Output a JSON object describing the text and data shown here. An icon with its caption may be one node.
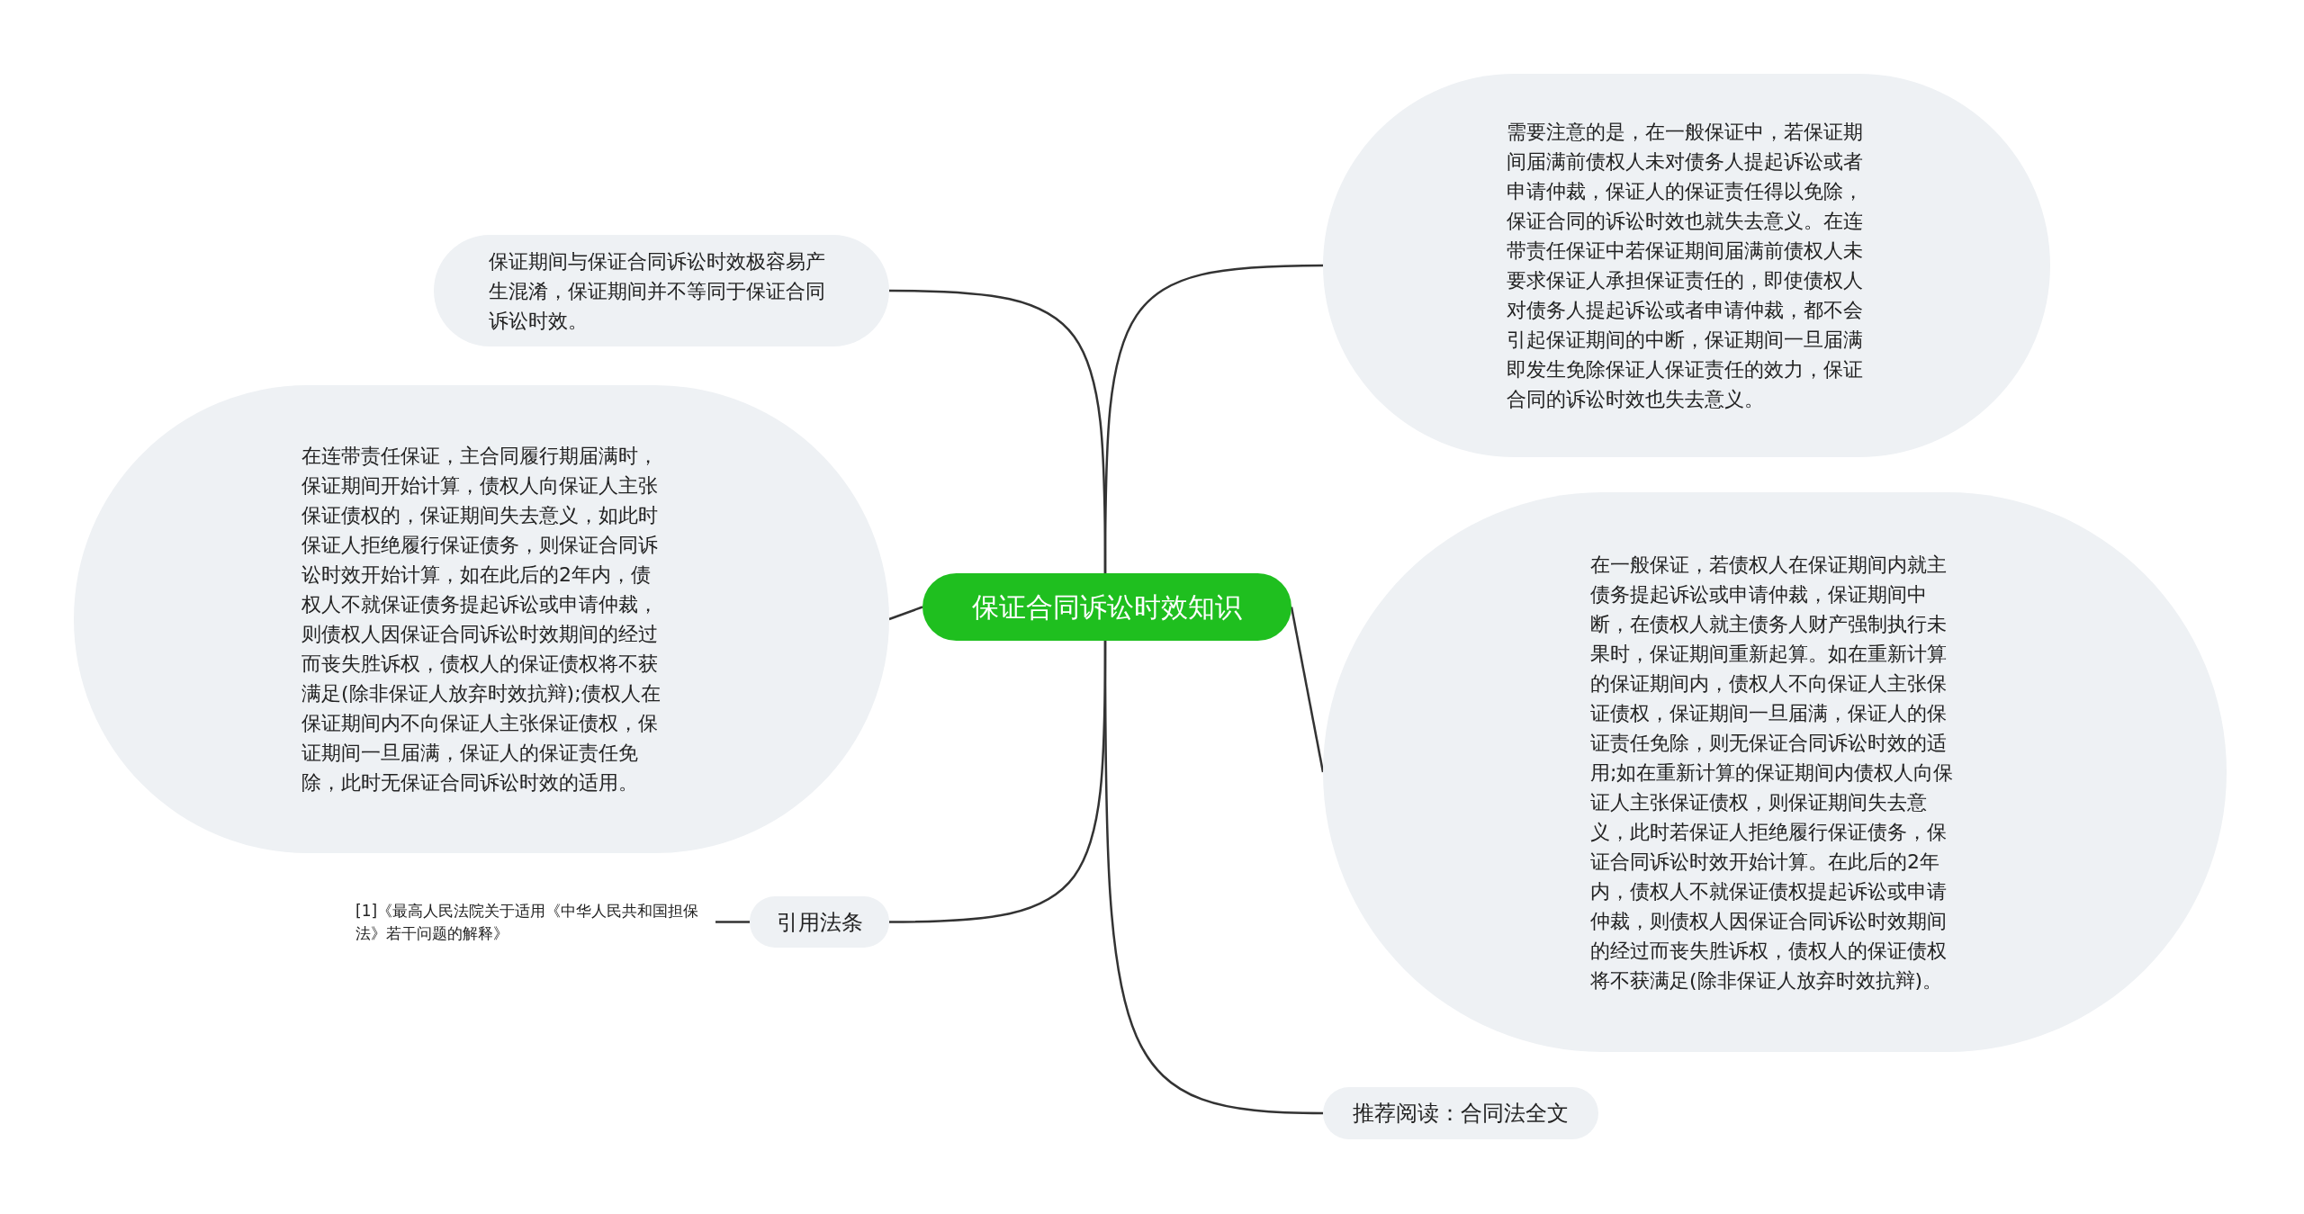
{
  "diagram": {
    "nodes": [
      {
        "text": [
          "保证合同诉讼时效知识"
        ]
      },
      {
        "text": [
          "保证期间与保证合同诉讼时效极容易产生混淆，保证期间并不等同于保证合同诉讼时效。"
        ]
      },
      {
        "text": [
          "在连带责任保证，主合同履行期届满时，保证期间开始计算，债权人向保证人主张保证债权的，保证期间失去意义，如此时保证人拒绝履行保证债务，则保证合同诉讼时效开始计算，如在此后的2年内，债权人不就保证债务提起诉讼或申请仲裁，则债权人因保证合同诉讼时效期间的经过而丧失胜诉权，债权人的保证债权将不获满足(除非保证人放弃时效抗辩);债权人在保证期间内不向保证人主张保证债权，保证期间一旦届满，保证人的保证责任免除，此时无保证合同诉讼时效的适用。"
        ]
      },
      {
        "text": [
          "引用法条"
        ]
      },
      {
        "text": [
          "[1]《最高人民法院关于适用《中华人民共和国担保法》若干问题的解释》"
        ]
      },
      {
        "text": [
          "需要注意的是，在一般保证中，若保证期间届满前债权人未对债务人提起诉讼或者申请仲裁，保证人的保证责任得以免除，保证合同的诉讼时效也就失去意义。在连带责任保证中若保证期间届满前债权人未要求保证人承担保证责任的，即使债权人对债务人提起诉讼或者申请仲裁，都不会引起保证期间的中断，保证期间一旦届满即发生免除保证人保证责任的效力，保证合同的诉讼时效也失去意义。"
        ]
      },
      {
        "text": [
          "在一般保证，若债权人在保证期间内就主债务提起诉讼或申请仲裁，保证期间中断，在债权人就主债务人财产强制执行未果时，保证期间重新起算。如在重新计算的保证期间内，债权人不向保证人主张保证债权，保证期间一旦届满，保证人的保证责任免除，则无保证合同诉讼时效的适用;如在重新计算的保证期间内债权人向保证人主张保证债权，则保证期间失去意义，此时若保证人拒绝履行保证债务，保证合同诉讼时效开始计算。在此后的2年内，债权人不就保证债权提起诉讼或申请仲裁，则债权人因保证合同诉讼时效期间的经过而丧失胜诉权，债权人的保证债权将不获满足(除非保证人放弃时效抗辩)。"
        ]
      },
      {
        "text": [
          "推荐阅读：合同法全文"
        ]
      }
    ],
    "edges": [
      {
        "from": 0,
        "to": 1,
        "arrow": "none"
      },
      {
        "from": 0,
        "to": 2,
        "arrow": "none"
      },
      {
        "from": 0,
        "to": 3,
        "arrow": "none"
      },
      {
        "from": 3,
        "to": 4,
        "arrow": "none"
      },
      {
        "from": 0,
        "to": 5,
        "arrow": "none"
      },
      {
        "from": 0,
        "to": 6,
        "arrow": "none"
      },
      {
        "from": 0,
        "to": 7,
        "arrow": "none"
      }
    ]
  }
}
